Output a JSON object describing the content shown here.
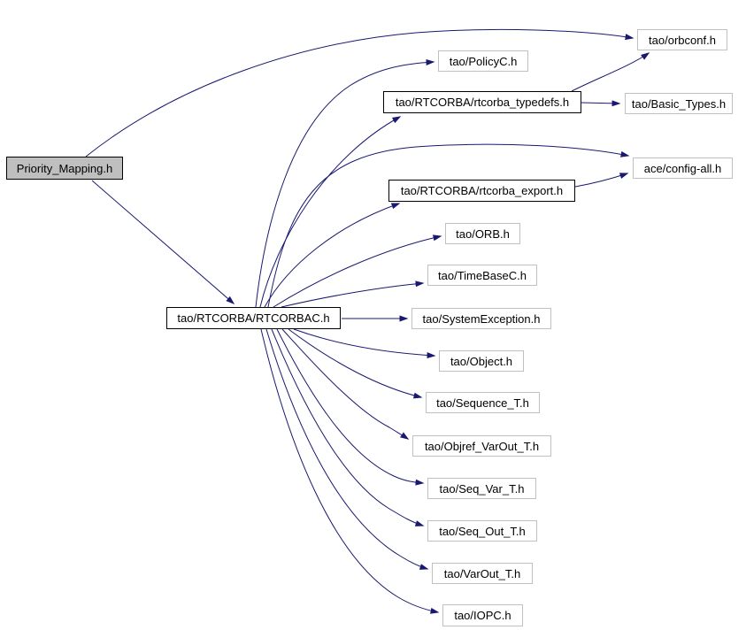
{
  "diagram": {
    "kind": "include-dependency-graph",
    "colors": {
      "edge": "#191970",
      "root_fill": "#bfbfbf",
      "node_fill": "#ffffff",
      "internal_border": "#000000",
      "leaf_border": "#c0c0c0",
      "text": "#000000",
      "background": "#ffffff"
    }
  },
  "nodes": [
    {
      "id": "priority_mapping",
      "label": "Priority_Mapping.h",
      "kind": "root"
    },
    {
      "id": "orbconf",
      "label": "tao/orbconf.h",
      "kind": "leaf"
    },
    {
      "id": "policyc",
      "label": "tao/PolicyC.h",
      "kind": "leaf"
    },
    {
      "id": "rtcorba_typedefs",
      "label": "tao/RTCORBA/rtcorba_typedefs.h",
      "kind": "internal"
    },
    {
      "id": "basic_types",
      "label": "tao/Basic_Types.h",
      "kind": "leaf"
    },
    {
      "id": "config_all",
      "label": "ace/config-all.h",
      "kind": "leaf"
    },
    {
      "id": "rtcorba_export",
      "label": "tao/RTCORBA/rtcorba_export.h",
      "kind": "internal"
    },
    {
      "id": "orb",
      "label": "tao/ORB.h",
      "kind": "leaf"
    },
    {
      "id": "timebasec",
      "label": "tao/TimeBaseC.h",
      "kind": "leaf"
    },
    {
      "id": "rtcorbac",
      "label": "tao/RTCORBA/RTCORBAC.h",
      "kind": "internal"
    },
    {
      "id": "systemexception",
      "label": "tao/SystemException.h",
      "kind": "leaf"
    },
    {
      "id": "object",
      "label": "tao/Object.h",
      "kind": "leaf"
    },
    {
      "id": "sequence_t",
      "label": "tao/Sequence_T.h",
      "kind": "leaf"
    },
    {
      "id": "objref_varout_t",
      "label": "tao/Objref_VarOut_T.h",
      "kind": "leaf"
    },
    {
      "id": "seq_var_t",
      "label": "tao/Seq_Var_T.h",
      "kind": "leaf"
    },
    {
      "id": "seq_out_t",
      "label": "tao/Seq_Out_T.h",
      "kind": "leaf"
    },
    {
      "id": "varout_t",
      "label": "tao/VarOut_T.h",
      "kind": "leaf"
    },
    {
      "id": "iopc",
      "label": "tao/IOPC.h",
      "kind": "leaf"
    }
  ],
  "edges": [
    {
      "from": "priority_mapping",
      "to": "orbconf"
    },
    {
      "from": "priority_mapping",
      "to": "rtcorbac"
    },
    {
      "from": "rtcorbac",
      "to": "policyc"
    },
    {
      "from": "rtcorbac",
      "to": "rtcorba_typedefs"
    },
    {
      "from": "rtcorbac",
      "to": "config_all"
    },
    {
      "from": "rtcorbac",
      "to": "rtcorba_export"
    },
    {
      "from": "rtcorbac",
      "to": "orb"
    },
    {
      "from": "rtcorbac",
      "to": "timebasec"
    },
    {
      "from": "rtcorbac",
      "to": "systemexception"
    },
    {
      "from": "rtcorbac",
      "to": "object"
    },
    {
      "from": "rtcorbac",
      "to": "sequence_t"
    },
    {
      "from": "rtcorbac",
      "to": "objref_varout_t"
    },
    {
      "from": "rtcorbac",
      "to": "seq_var_t"
    },
    {
      "from": "rtcorbac",
      "to": "seq_out_t"
    },
    {
      "from": "rtcorbac",
      "to": "varout_t"
    },
    {
      "from": "rtcorbac",
      "to": "iopc"
    },
    {
      "from": "rtcorba_typedefs",
      "to": "orbconf"
    },
    {
      "from": "rtcorba_typedefs",
      "to": "basic_types"
    },
    {
      "from": "rtcorba_export",
      "to": "config_all"
    }
  ]
}
